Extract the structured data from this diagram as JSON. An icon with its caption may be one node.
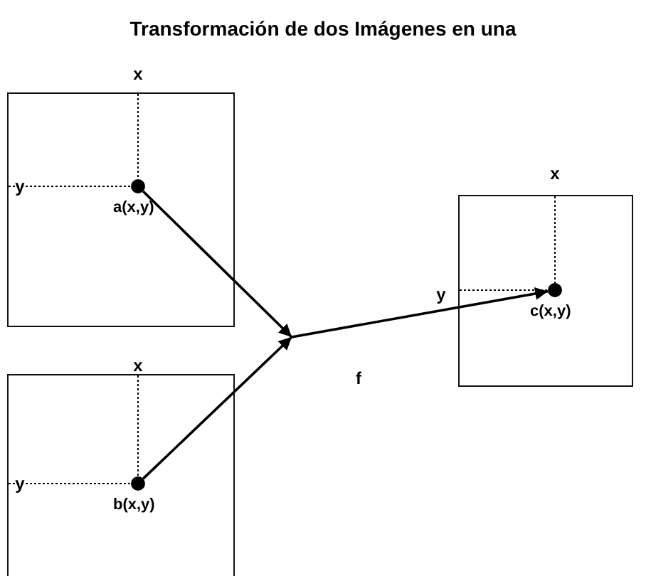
{
  "diagram": {
    "title": "Transformación de dos Imágenes en una",
    "nodes": [
      {
        "text": [],
        "shape": "box"
      },
      {
        "text": [
          "a(x,y)"
        ],
        "in": 0
      },
      {
        "text": [],
        "shape": "box"
      },
      {
        "text": [
          "c(x,y)"
        ],
        "in": 2
      },
      {
        "text": [],
        "shape": "box"
      },
      {
        "text": [
          "b(x,y)"
        ],
        "in": 4
      }
    ],
    "edges": [
      {
        "from": 1,
        "to": 3,
        "arrow": "to"
      },
      {
        "from": 5,
        "to": 3,
        "arrow": "to"
      }
    ],
    "labels": [
      "x",
      "x",
      "y",
      "y",
      "x",
      "f",
      "y"
    ]
  }
}
